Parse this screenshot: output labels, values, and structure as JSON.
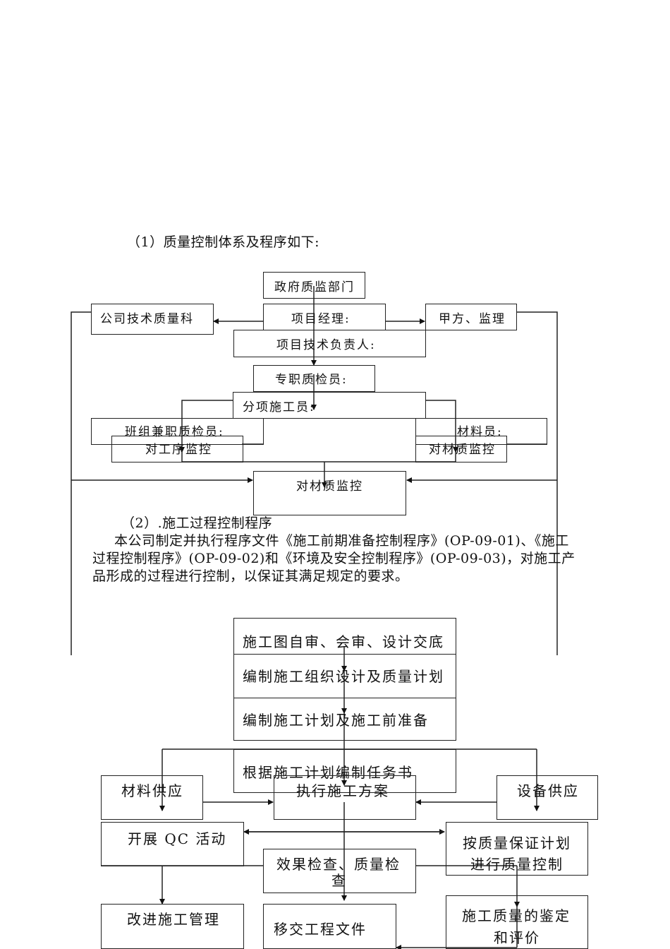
{
  "section1": {
    "heading": "（1）质量控制体系及程序如下:",
    "boxes": {
      "gov": "政府质监部门",
      "pm": "项目经理:",
      "company": "公司技术质量科",
      "owner": "甲方、监理",
      "tech_lead": "项目技术负责人:",
      "inspector": "专职质检员:",
      "sub_builder": "分项施工员:",
      "team_inspector": "班组兼职质检员:",
      "process_monitor": "对工序监控",
      "material_clerk": "材料员:",
      "material_monitor_right": "对材质监控",
      "material_monitor_bottom": "对材质监控"
    }
  },
  "section2": {
    "heading": "（2）.施工过程控制程序",
    "paragraph_lines": [
      "本公司制定并执行程序文件《施工前期准备控制程序》(OP-09-01)、《施工",
      "过程控制程序》(OP-09-02)和《环境及安全控制程序》(OP-09-03)，对施工产",
      "品形成的过程进行控制，以保证其满足规定的要求。"
    ],
    "boxes": {
      "review": "施工图自审、会审、设计交底",
      "org_design": "编制施工组织设计及质量计划",
      "plan_prep": "编制施工计划及施工前准备",
      "task_book": "根据施工计划编制任务书",
      "material_supply": "材料供应",
      "execute": "执行施工方案",
      "equipment_supply": "设备供应",
      "qc": "开展 QC 活动",
      "qa_control_1": "按质量保证计划",
      "qa_control_2": "进行质量控制",
      "check_1": "效果检查、质量检",
      "check_2": "查",
      "improve": "改进施工管理",
      "handover": "移交工程文件",
      "evaluate_1": "施工质量的鉴定",
      "evaluate_2": "和评价"
    }
  }
}
